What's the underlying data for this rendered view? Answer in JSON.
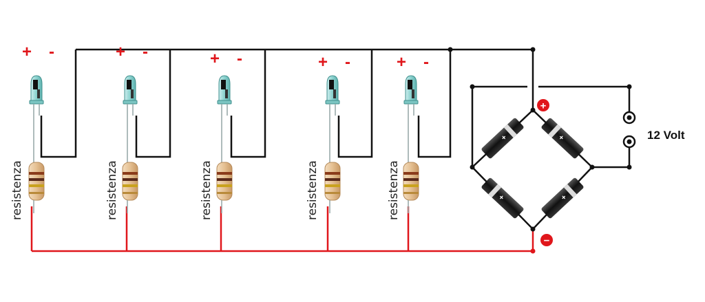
{
  "leds": [
    {
      "plus": "+",
      "minus": "-",
      "resistor_label": "resistenza"
    },
    {
      "plus": "+",
      "minus": "-",
      "resistor_label": "resistenza"
    },
    {
      "plus": "+",
      "minus": "-",
      "resistor_label": "resistenza"
    },
    {
      "plus": "+",
      "minus": "-",
      "resistor_label": "resistenza"
    },
    {
      "plus": "+",
      "minus": "-",
      "resistor_label": "resistenza"
    }
  ],
  "bridge": {
    "plus_symbol": "+",
    "minus_symbol": "−",
    "diode_mark": "+"
  },
  "supply": {
    "label": "12 Volt"
  },
  "colors": {
    "positive_wire": "#e0161b",
    "negative_wire": "#111111",
    "led_body": "#9fd9d6",
    "resistor_body": "#e9c9a0"
  }
}
